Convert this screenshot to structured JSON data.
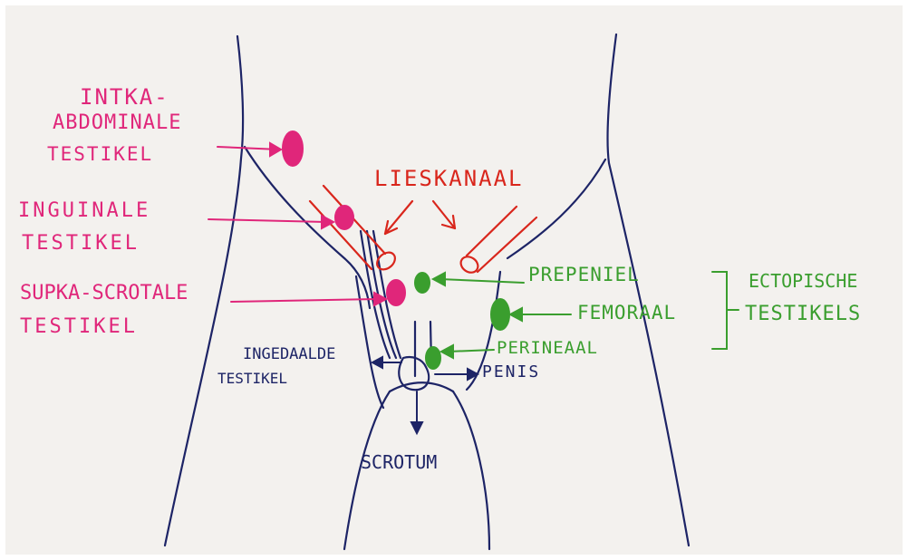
{
  "colors": {
    "ink": "#1d2466",
    "pink": "#e0267a",
    "red": "#d9261c",
    "green": "#3a9e2e",
    "paper": "#f3f1ee"
  },
  "labels": {
    "intra1": "INTKA-",
    "intra2": "ABDOMINALE",
    "intra3": "TESTIKEL",
    "ing1": "INGUINALE",
    "ing2": "TESTIKEL",
    "supra1": "SUPKA-SCROTALE",
    "supra2": "TESTIKEL",
    "lieskanaal": "LIESKANAAL",
    "prepeniel": "PREPENIEL",
    "femoraal": "FEMORAAL",
    "perineaal": "PERINEAAL",
    "ectopische1": "ECTOPISCHE",
    "ectopische2": "TESTIKELS",
    "ingedaalde1": "INGEDAALDE",
    "ingedaalde2": "TESTIKEL",
    "penis": "PENIS",
    "scrotum": "SCROTUM"
  }
}
